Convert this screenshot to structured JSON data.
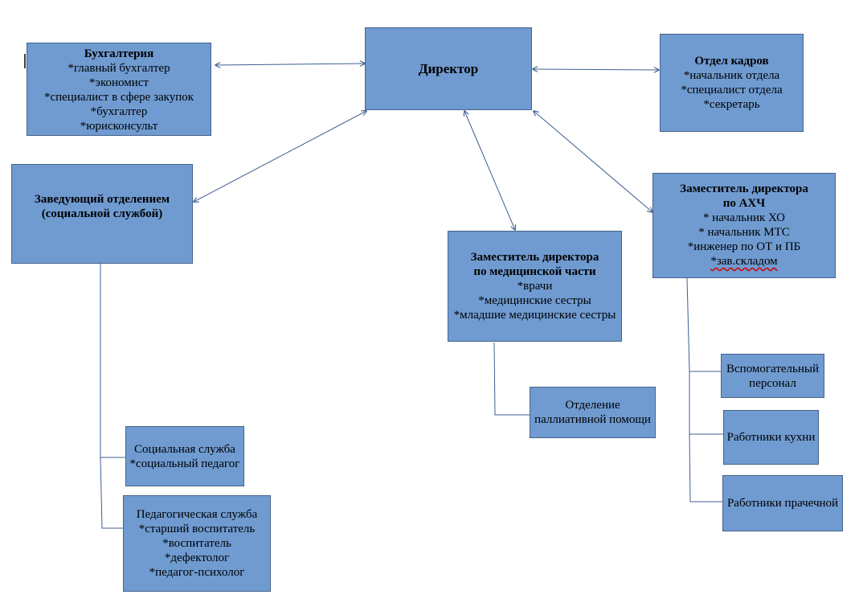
{
  "diagram": {
    "director": {
      "title": "Директор"
    },
    "accounting": {
      "title": "Бухгалтерия",
      "items": [
        "*главный бухгалтер",
        "*экономист",
        "*специалист в сфере закупок",
        "*бухгалтер",
        "*юрисконсульт"
      ]
    },
    "hr": {
      "title": "Отдел кадров",
      "items": [
        "*начальник отдела",
        "*специалист отдела",
        "*секретарь"
      ]
    },
    "social_head": {
      "title_line1": "Заведующий отделением",
      "title_line2": "(социальной службой)"
    },
    "medical_deputy": {
      "title_line1": "Заместитель директора",
      "title_line2": "по медицинской части",
      "items": [
        "*врачи",
        "*медицинские сестры",
        "*младшие медицинские сестры"
      ]
    },
    "ahch_deputy": {
      "title_line1": "Заместитель директора",
      "title_line2": "по АХЧ",
      "items": [
        "* начальник ХО",
        "* начальник МТС",
        "*инженер по ОТ и ПБ",
        "*зав.складом"
      ]
    },
    "social_service": {
      "line1": "Социальная служба",
      "line2": "*социальный педагог"
    },
    "pedagogical_service": {
      "title": "Педагогическая служба",
      "items": [
        "*старший воспитатель",
        "*воспитатель",
        "*дефектолог",
        "*педагог-психолог"
      ]
    },
    "palliative": {
      "line1": "Отделение",
      "line2": "паллиативной помощи"
    },
    "support_staff": {
      "line1": "Вспомогательный",
      "line2": "персонал"
    },
    "kitchen_staff": {
      "label": "Работники кухни"
    },
    "laundry_staff": {
      "label": "Работники прачечной"
    }
  },
  "colors": {
    "box_fill": "#6f9bd1",
    "box_border": "#44648a",
    "connector": "#3f5f8f",
    "spellcheck_underline": "#d00000"
  }
}
